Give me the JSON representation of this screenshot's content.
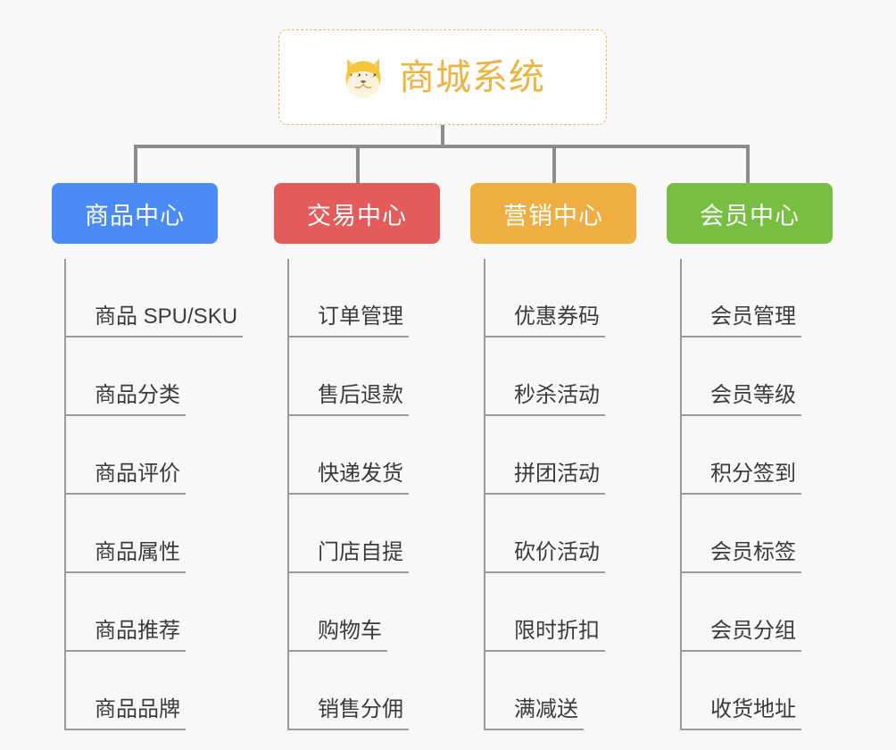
{
  "diagram": {
    "title": "商城系统",
    "root": {
      "label": "商城系统",
      "icon": "shiba-dog-face-icon",
      "text_color": "#efb33f",
      "border_color": "#e8b861",
      "background": "#ffffff"
    },
    "background_color": "#f8f8f8",
    "connector_color": "#8c8c8c",
    "leaf_line_color": "#9a9a9a",
    "leaf_text_color": "#3b3b3b",
    "branches": [
      {
        "label": "商品中心",
        "color": "#4a8bf5",
        "items": [
          "商品 SPU/SKU",
          "商品分类",
          "商品评价",
          "商品属性",
          "商品推荐",
          "商品品牌"
        ]
      },
      {
        "label": "交易中心",
        "color": "#e35b5b",
        "items": [
          "订单管理",
          "售后退款",
          "快递发货",
          "门店自提",
          "购物车",
          "销售分佣"
        ]
      },
      {
        "label": "营销中心",
        "color": "#eeae42",
        "items": [
          "优惠券码",
          "秒杀活动",
          "拼团活动",
          "砍价活动",
          "限时折扣",
          "满减送"
        ]
      },
      {
        "label": "会员中心",
        "color": "#76bf43",
        "items": [
          "会员管理",
          "会员等级",
          "积分签到",
          "会员标签",
          "会员分组",
          "收货地址"
        ]
      }
    ]
  }
}
